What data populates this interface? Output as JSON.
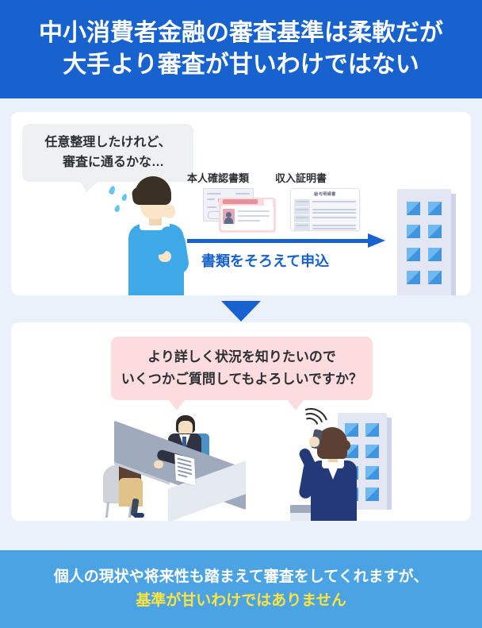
{
  "header": {
    "line1": "中小消費者金融の審査基準は柔軟だが",
    "line2": "大手より審査が甘いわけではない",
    "bg_color": "#1862d0",
    "text_color": "#ffffff"
  },
  "panel_top": {
    "bubble": {
      "line1": "任意整理したけれど、",
      "line2": "審査に通るかな…",
      "bg_color": "#eef0f2"
    },
    "doc_labels": {
      "id": "本人確認書類",
      "income": "収入証明書"
    },
    "income_doc_title": "給与明細書",
    "arrow": {
      "label": "書類をそろえて申込",
      "color": "#1862d0"
    },
    "icons": {
      "person": "thinking-man-icon",
      "id_card": "id-card-icon",
      "payslip": "payslip-icon",
      "building": "building-icon",
      "sweat": "sweat-drop-icon"
    }
  },
  "divider": {
    "icon": "down-triangle-icon",
    "color": "#1862d0"
  },
  "panel_bottom": {
    "bubble": {
      "line1": "より詳しく状況を知りたいので",
      "line2": "いくつかご質問してもよろしいですか？",
      "bg_color": "#fcdcdf"
    },
    "icons": {
      "counter_scene": "loan-counter-interview-icon",
      "phone_scene": "phone-operator-icon",
      "building": "building-icon",
      "document": "document-icon",
      "signal": "signal-wave-icon"
    }
  },
  "footer": {
    "line1": "個人の現状や将来性も踏まえて審査をしてくれますが、",
    "line2": "基準が甘いわけではありません",
    "bg_color": "#4ba3e3",
    "line1_color": "#ffffff",
    "line2_color": "#ffe43f"
  },
  "background_color": "#eaf1fb"
}
